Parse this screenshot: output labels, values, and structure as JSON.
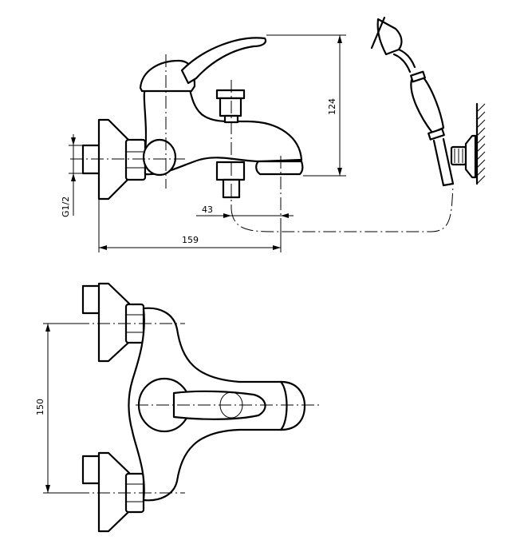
{
  "dimensions": {
    "side_height": "124",
    "thread": "G1/2",
    "spout_offset": "43",
    "side_width": "159",
    "top_spacing": "150"
  }
}
